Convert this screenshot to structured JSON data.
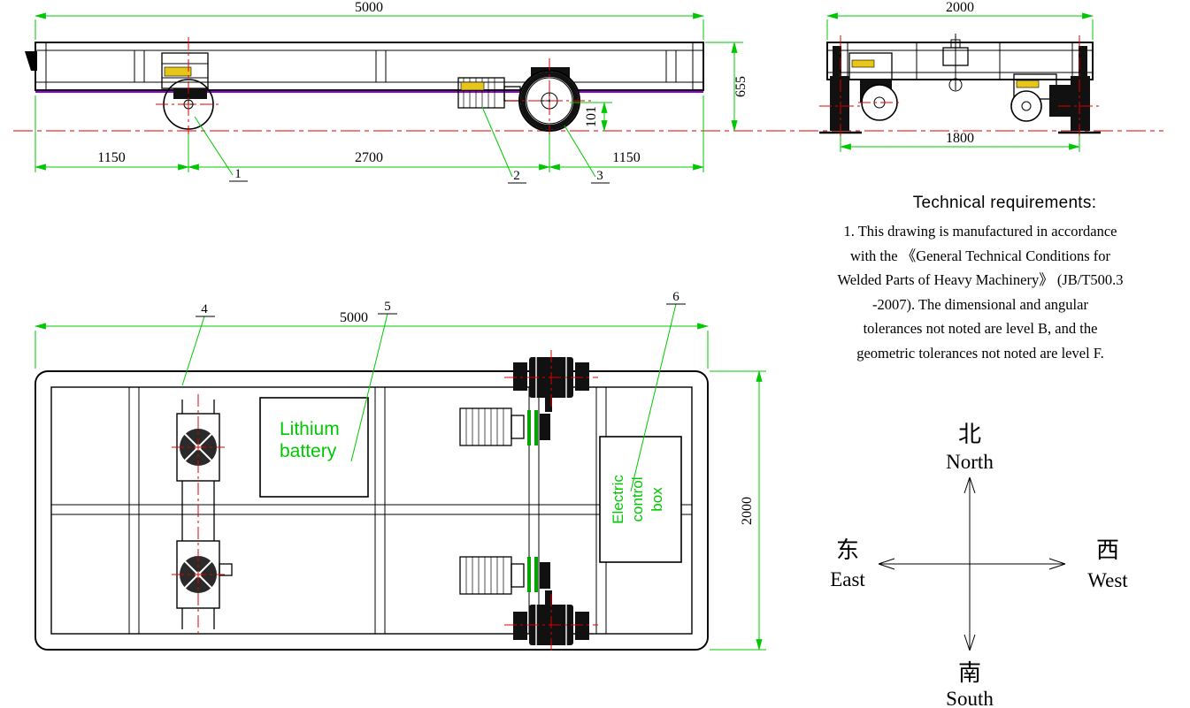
{
  "drawing": {
    "side_view": {
      "dims": {
        "total_length": "5000",
        "left_overhang": "1150",
        "wheelbase": "2700",
        "right_overhang": "1150",
        "height": "655",
        "wheel_rail": "101"
      },
      "callouts": [
        "1",
        "2",
        "3"
      ]
    },
    "end_view": {
      "dims": {
        "width": "2000",
        "gauge": "1800"
      }
    },
    "plan_view": {
      "dims": {
        "length": "5000",
        "width": "2000"
      },
      "callouts": [
        "4",
        "5",
        "6"
      ],
      "battery_label_lines": [
        "Lithium",
        "battery"
      ],
      "control_box_label_lines": [
        "Electric",
        "control",
        "box"
      ]
    }
  },
  "tech_requirements": {
    "title": "Technical requirements:",
    "lines": [
      "1. This drawing is manufactured in accordance",
      "with the 《General Technical Conditions for",
      "Welded Parts of Heavy Machinery》 (JB/T500.3",
      "-2007). The dimensional and angular",
      "tolerances not noted are level B, and the",
      "geometric tolerances not noted are level F."
    ]
  },
  "compass": {
    "north_cn": "北",
    "north_en": "North",
    "south_cn": "南",
    "south_en": "South",
    "east_cn": "东",
    "east_en": "East",
    "west_cn": "西",
    "west_en": "West"
  },
  "colors": {
    "dimension_green": "#00c800",
    "centerline_red": "#e00000",
    "accent_magenta": "#9400d3",
    "nameplate_yellow": "#e6c619",
    "label_green": "#00c800"
  }
}
